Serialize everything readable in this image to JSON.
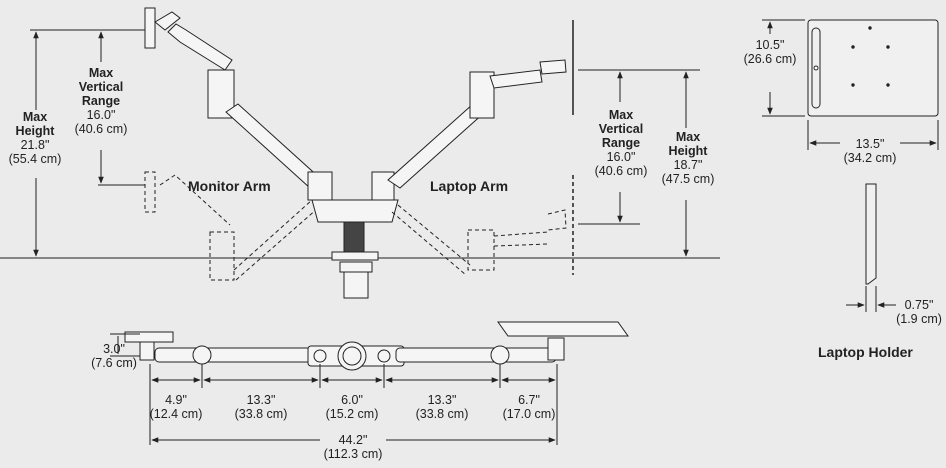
{
  "titles": {
    "monitor_arm": "Monitor Arm",
    "laptop_arm": "Laptop Arm",
    "laptop_holder": "Laptop Holder"
  },
  "left_height": {
    "label1": "Max",
    "label2": "Height",
    "imperial": "21.8\"",
    "metric": "(55.4 cm)"
  },
  "left_range": {
    "label1": "Max",
    "label2": "Vertical",
    "label3": "Range",
    "imperial": "16.0\"",
    "metric": "(40.6 cm)"
  },
  "right_range": {
    "label1": "Max",
    "label2": "Vertical",
    "label3": "Range",
    "imperial": "16.0\"",
    "metric": "(40.6 cm)"
  },
  "right_height": {
    "label1": "Max",
    "label2": "Height",
    "imperial": "18.7\"",
    "metric": "(47.5 cm)"
  },
  "holder_height": {
    "imperial": "10.5\"",
    "metric": "(26.6 cm)"
  },
  "holder_width": {
    "imperial": "13.5\"",
    "metric": "(34.2 cm)"
  },
  "holder_depth": {
    "imperial": "0.75\"",
    "metric": "(1.9 cm)"
  },
  "top_view": {
    "offset": {
      "imperial": "3.0\"",
      "metric": "(7.6 cm)"
    },
    "seg1": {
      "imperial": "4.9\"",
      "metric": "(12.4 cm)"
    },
    "seg2": {
      "imperial": "13.3\"",
      "metric": "(33.8 cm)"
    },
    "seg3": {
      "imperial": "6.0\"",
      "metric": "(15.2 cm)"
    },
    "seg4": {
      "imperial": "13.3\"",
      "metric": "(33.8 cm)"
    },
    "seg5": {
      "imperial": "6.7\"",
      "metric": "(17.0 cm)"
    },
    "total": {
      "imperial": "44.2\"",
      "metric": "(112.3 cm)"
    }
  }
}
